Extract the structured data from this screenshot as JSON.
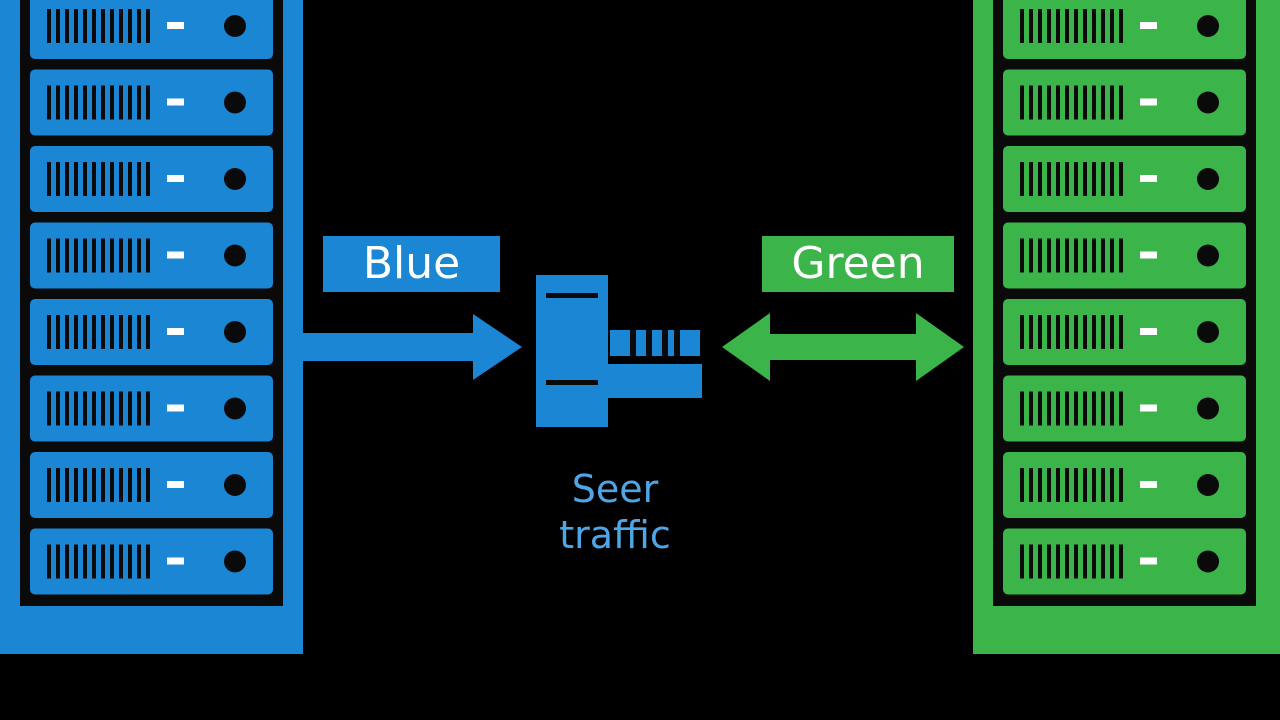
{
  "colors": {
    "background": "#000000",
    "blue": "#1a86d4",
    "blue_dark": "#0a0a0a",
    "green": "#3bb54a",
    "label_text": "#ffffff",
    "caption_text": "#4ea6e6"
  },
  "labels": {
    "blue": "Blue",
    "green": "Green"
  },
  "caption": {
    "line1": "Seer",
    "line2": "traffic"
  },
  "icons": {
    "left_rack": "server-rack-icon",
    "right_rack": "server-rack-icon",
    "router": "load-balancer-icon",
    "blue_arrow": "arrow-right-icon",
    "green_arrow": "double-arrow-icon"
  },
  "racks": {
    "units_per_rack": 8
  }
}
